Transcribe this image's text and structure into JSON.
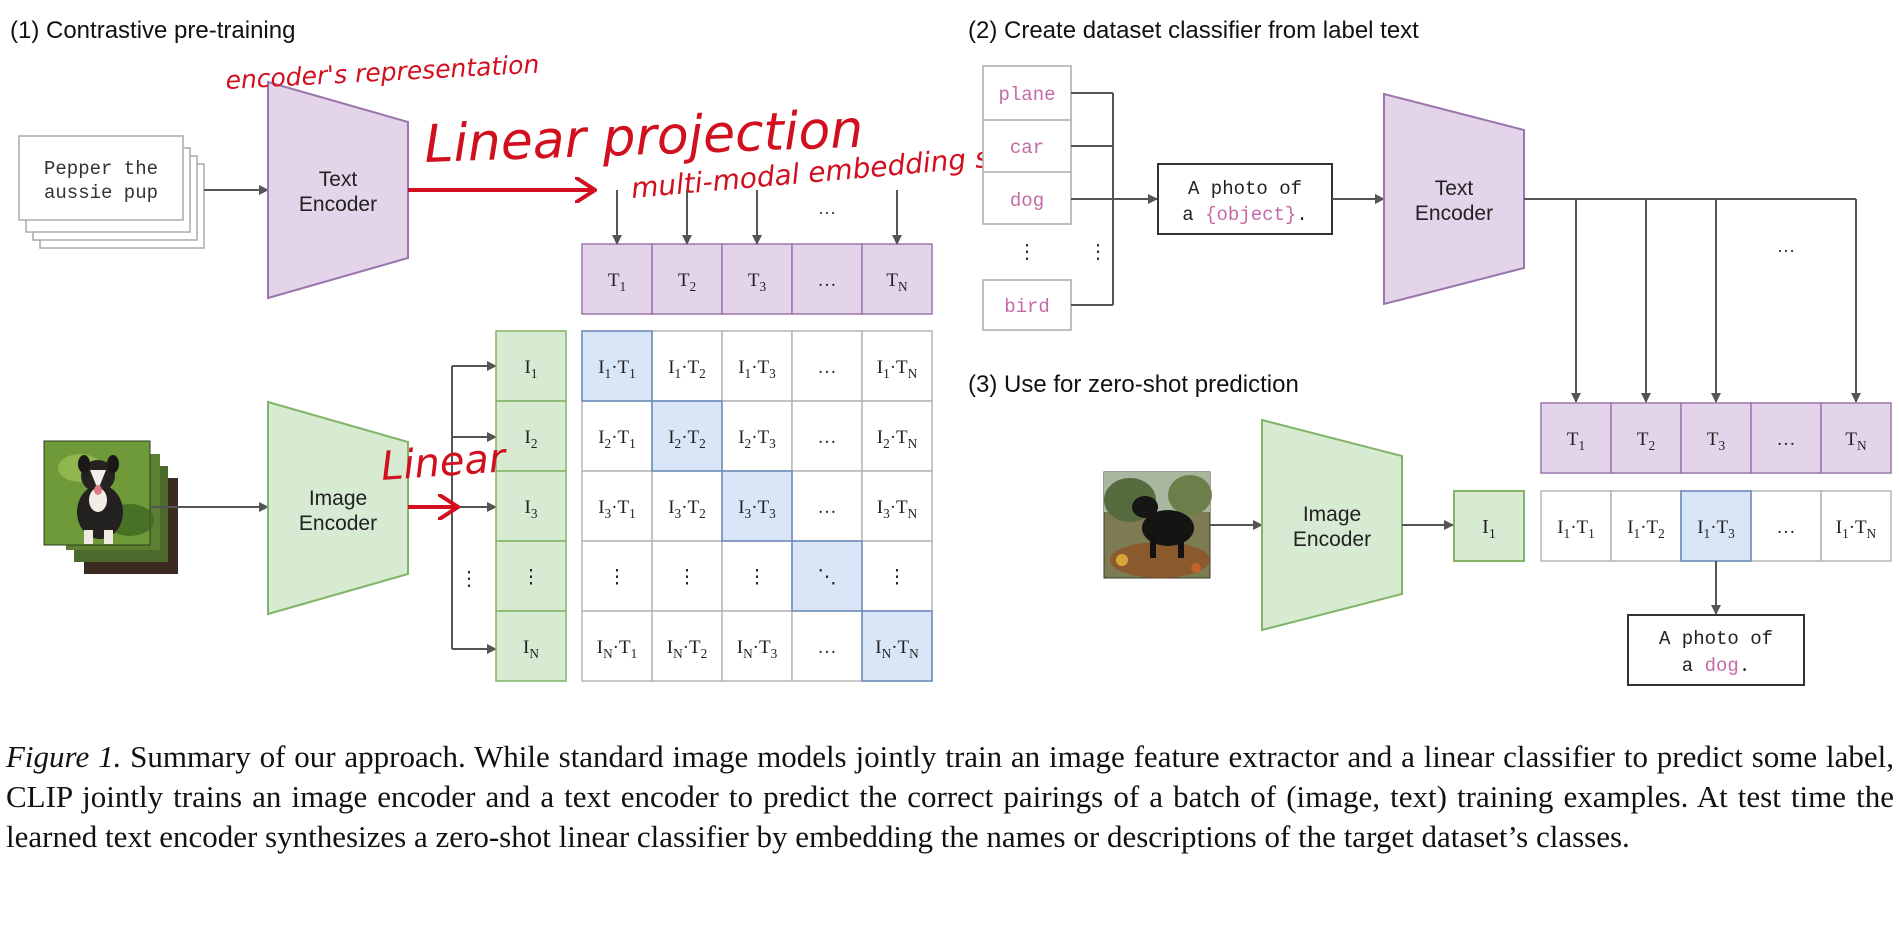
{
  "sections": {
    "pretraining": "(1) Contrastive pre-training",
    "classifier": "(2) Create dataset classifier from label text",
    "zeroshot": "(3) Use for zero-shot prediction"
  },
  "pretraining": {
    "input_text": [
      "Pepper the",
      "aussie pup"
    ],
    "text_encoder": [
      "Text",
      "Encoder"
    ],
    "image_encoder": [
      "Image",
      "Encoder"
    ],
    "text_tokens": [
      "T1",
      "T2",
      "T3",
      "…",
      "TN"
    ],
    "image_tokens": [
      "I1",
      "I2",
      "I3",
      "⋮",
      "IN"
    ],
    "matrix": [
      [
        "I1·T1",
        "I1·T2",
        "I1·T3",
        "…",
        "I1·TN"
      ],
      [
        "I2·T1",
        "I2·T2",
        "I2·T3",
        "…",
        "I2·TN"
      ],
      [
        "I3·T1",
        "I3·T2",
        "I3·T3",
        "…",
        "I3·TN"
      ],
      [
        "⋮",
        "⋮",
        "⋮",
        "⋱",
        "⋮"
      ],
      [
        "IN·T1",
        "IN·T2",
        "IN·T3",
        "…",
        "IN·TN"
      ]
    ],
    "ellipsis": "…",
    "vdots": "⋮"
  },
  "classifier": {
    "labels": [
      "plane",
      "car",
      "dog",
      "bird"
    ],
    "template_pre": [
      "A photo of",
      "a "
    ],
    "template_slot": "{object}",
    "template_post": ".",
    "text_encoder": [
      "Text",
      "Encoder"
    ],
    "ellipsis": "…",
    "vdots": "⋮"
  },
  "zeroshot": {
    "image_encoder": [
      "Image",
      "Encoder"
    ],
    "image_token": "I1",
    "text_tokens": [
      "T1",
      "T2",
      "T3",
      "…",
      "TN"
    ],
    "scores": [
      "I1·T1",
      "I1·T2",
      "I1·T3",
      "…",
      "I1·TN"
    ],
    "result_pre": [
      "A photo of",
      "a "
    ],
    "result_label": "dog",
    "result_post": "."
  },
  "annotations": {
    "encoder_representation": "encoder's representation",
    "linear_projection": "Linear projection",
    "embedding_space": "multi-modal embedding space",
    "linear": "Linear"
  },
  "caption": {
    "label": "Figure 1.",
    "text": " Summary of our approach. While standard image models jointly train an image feature extractor and a linear classifier to predict some label, CLIP jointly trains an image encoder and a text encoder to predict the correct pairings of a batch of (image, text) training examples. At test time the learned text encoder synthesizes a zero-shot linear classifier by embedding the names or descriptions of the target dataset’s classes."
  },
  "colors": {
    "purple_fill": "#e3d4ea",
    "purple_stroke": "#9b76ac",
    "green_fill": "#d6ebd2",
    "green_stroke": "#82b366",
    "blue_fill": "#d9e6f8",
    "blue_stroke": "#6c8ebf",
    "annotation_red": "#d10f1e",
    "label_pink": "#c56aa7",
    "line": "#555555"
  },
  "icons": [
    "dog-photo-icon",
    "dog-outdoor-photo-icon"
  ]
}
